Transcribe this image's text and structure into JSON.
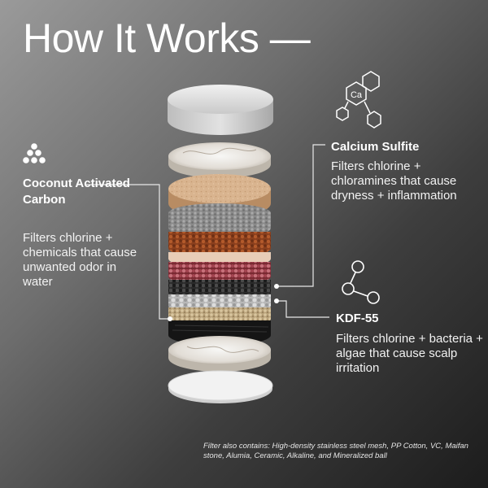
{
  "title": "How It Works —",
  "coconut": {
    "icon": "stacked-dots-icon",
    "name": "Coconut Activated Carbon",
    "description": "Filters chlorine + chemicals that cause unwanted odor in water"
  },
  "calcium": {
    "icon": "hexagon-molecule-icon",
    "icon_label": "Ca",
    "name": "Calcium Sulfite",
    "description": "Filters chlorine + chloramines that cause dryness + inflammation"
  },
  "kdf": {
    "icon": "molecule-icon",
    "name": "KDF-55",
    "description": "Filters chlorine + bacteria + algae that cause scalp irritation"
  },
  "footnote": "Filter also contains: High-density stainless steel mesh, PP Cotton, VC, Maifan stone, Alumia, Ceramic, Alkaline, and Mineralized ball",
  "colors": {
    "background_light": "#9a9a9a",
    "background_dark": "#1c1c1c",
    "text": "#ffffff",
    "leader_line": "#e8e8e8"
  }
}
